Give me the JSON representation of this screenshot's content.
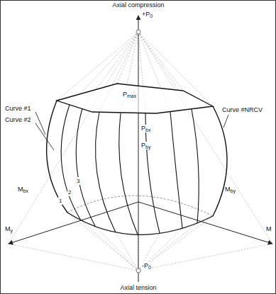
{
  "diagram": {
    "labels": [
      "Axial compression",
      "+P0",
      "Pmax",
      "Pbx",
      "Pby",
      "Curve #1",
      "Curve #2",
      "Curve #NRCV",
      "Mbx",
      "Mby",
      "My",
      "M",
      "-P0",
      "Axial tension",
      "1",
      "2",
      "3"
    ]
  }
}
